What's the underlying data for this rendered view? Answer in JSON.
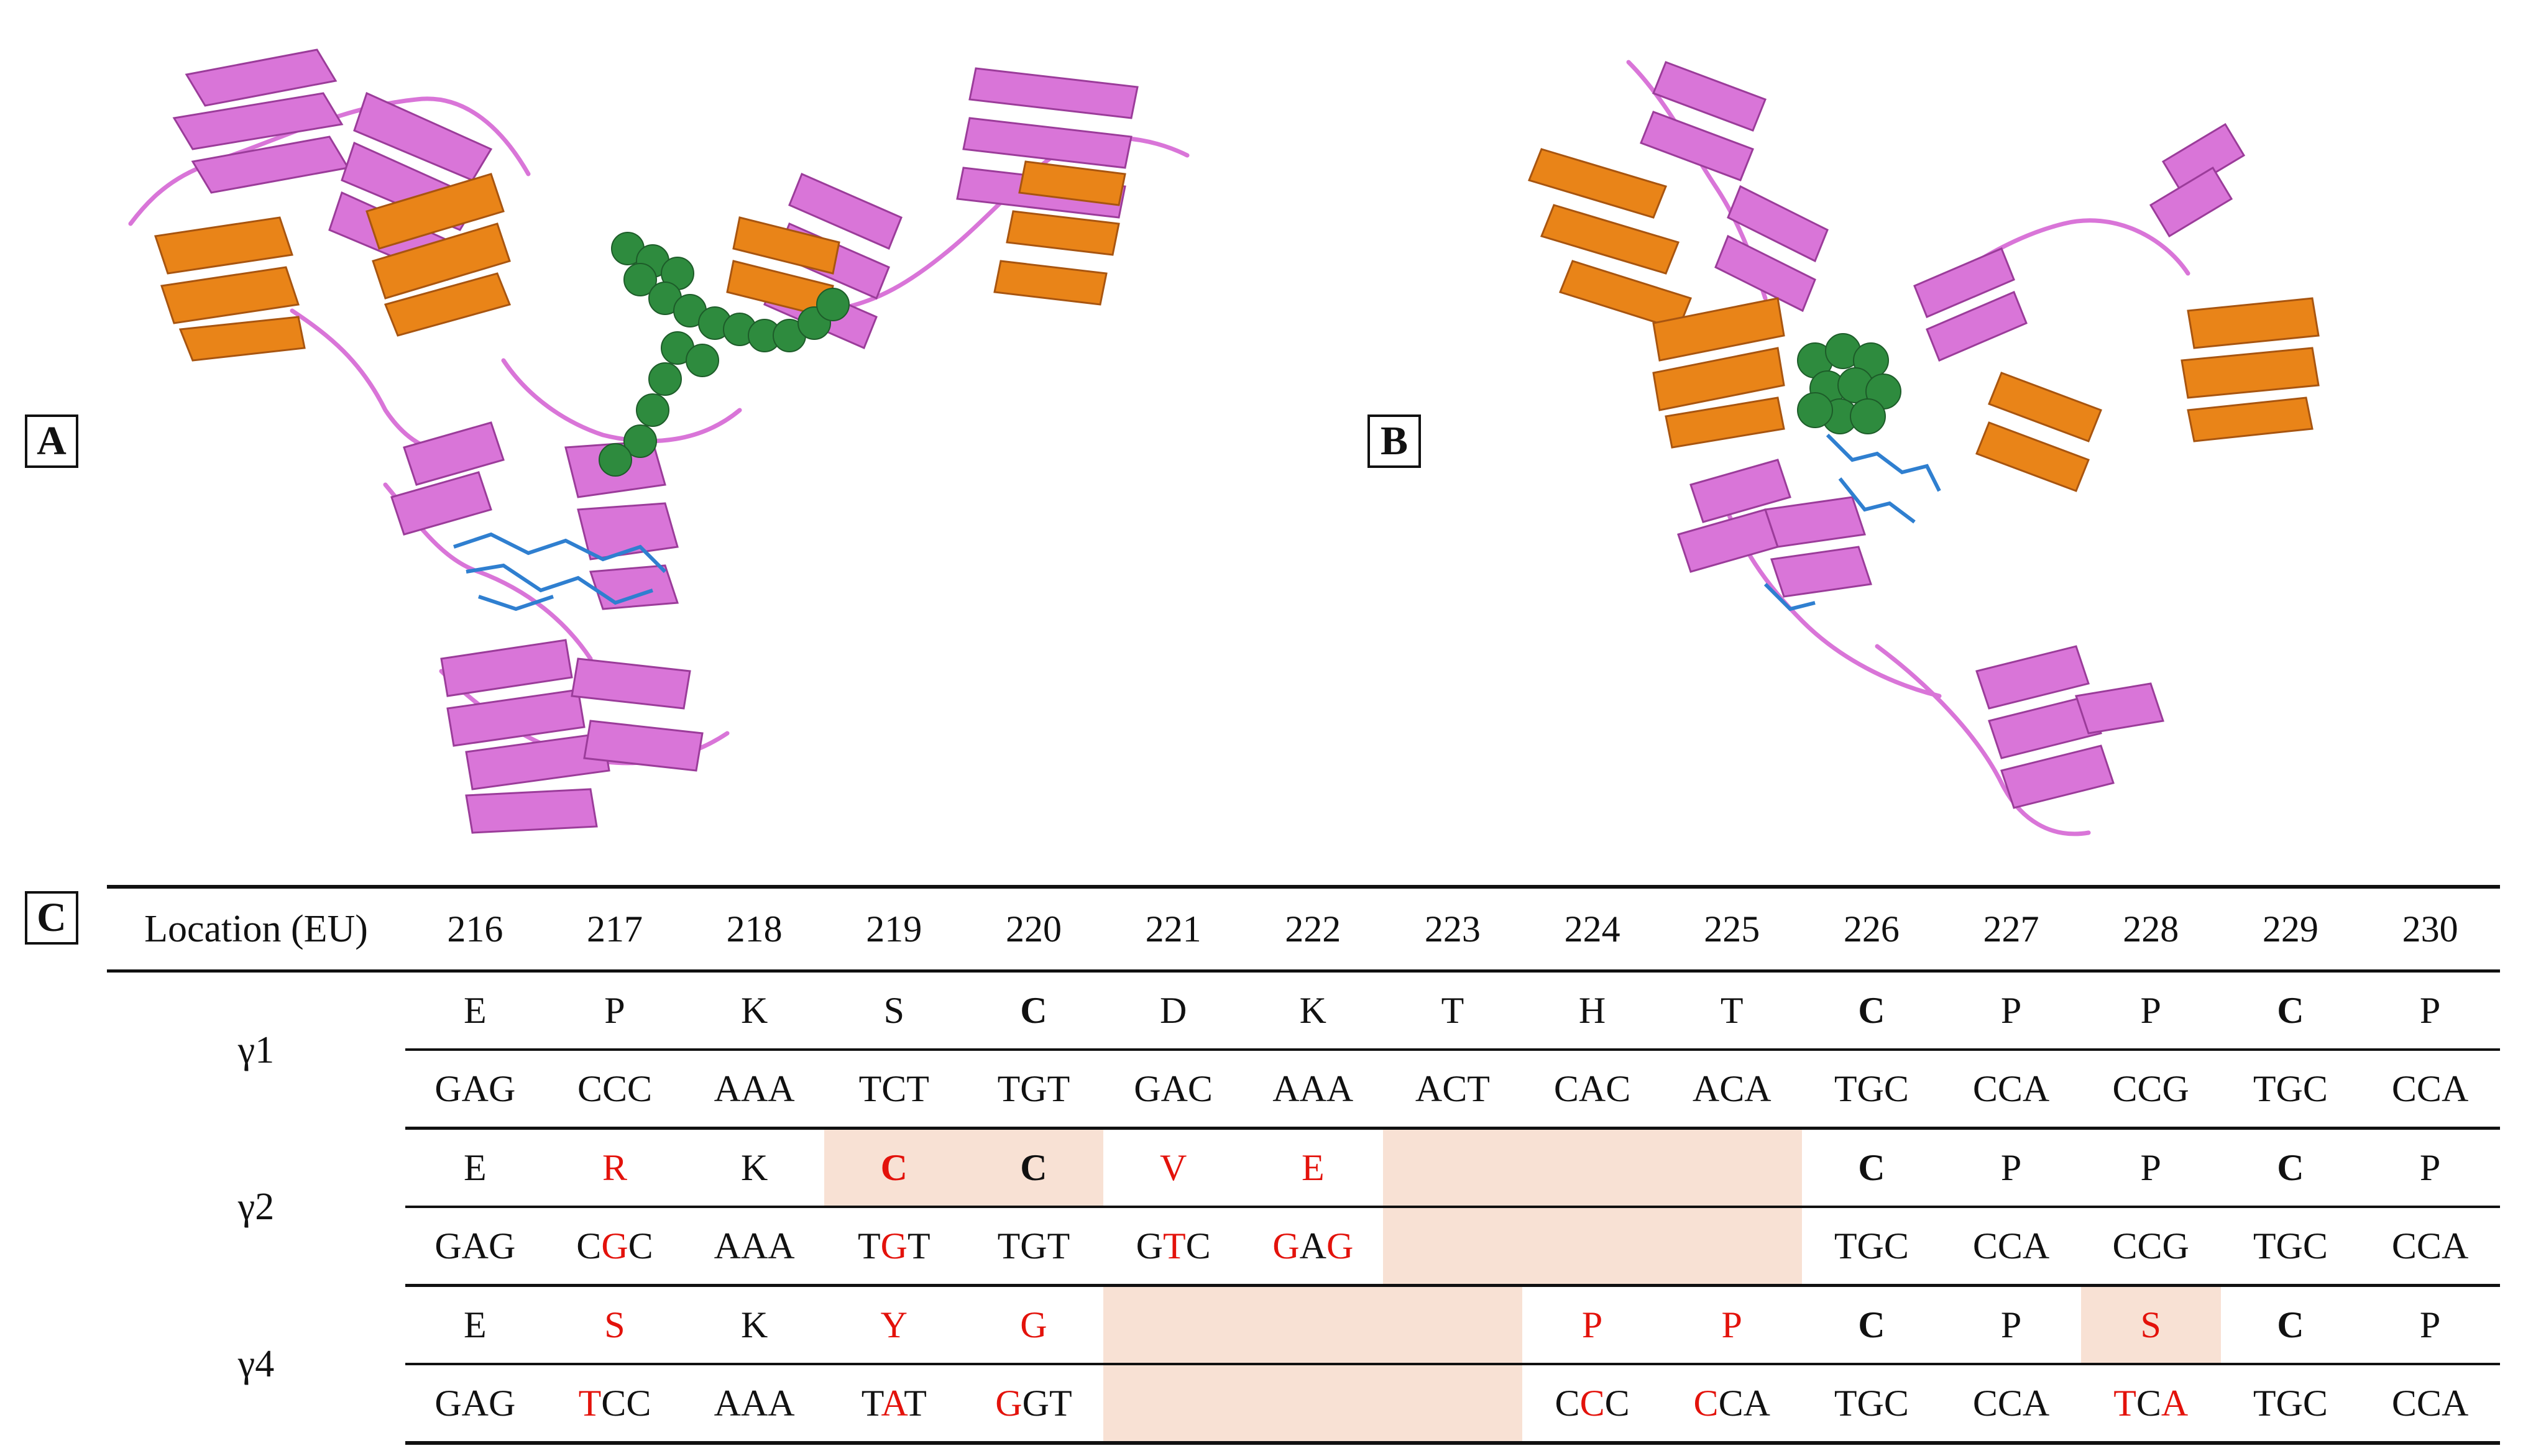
{
  "panels": {
    "a": "A",
    "b": "B",
    "c": "C"
  },
  "colors": {
    "heavy_chain": "#d975d8",
    "light_chain": "#e98418",
    "hinge_spheres": "#2e8b3e",
    "glycan": "#2f7fd0",
    "mutation": "#e3120b",
    "deletion_shade": "#f8e1d4"
  },
  "table": {
    "header_label": "Location (EU)",
    "positions": [
      "216",
      "217",
      "218",
      "219",
      "220",
      "221",
      "222",
      "223",
      "224",
      "225",
      "226",
      "227",
      "228",
      "229",
      "230"
    ],
    "rows": [
      {
        "label": "γ1",
        "aa": [
          "E",
          "P",
          "K",
          "S",
          "C",
          "D",
          "K",
          "T",
          "H",
          "T",
          "C",
          "P",
          "P",
          "C",
          "P"
        ],
        "cod": [
          "GAG",
          "CCC",
          "AAA",
          "TCT",
          "TGT",
          "GAC",
          "AAA",
          "ACT",
          "CAC",
          "ACA",
          "TGC",
          "CCA",
          "CCG",
          "TGC",
          "CCA"
        ]
      },
      {
        "label": "γ2",
        "aa": [
          "E",
          "R",
          "K",
          "C",
          "C",
          "V",
          "E",
          "",
          "",
          "",
          "C",
          "P",
          "P",
          "C",
          "P"
        ],
        "cod": [
          "GAG",
          "CGC",
          "AAA",
          "TGT",
          "TGT",
          "GTC",
          "GAG",
          "",
          "",
          "",
          "TGC",
          "CCA",
          "CCG",
          "TGC",
          "CCA"
        ]
      },
      {
        "label": "γ4",
        "aa": [
          "E",
          "S",
          "K",
          "Y",
          "G",
          "",
          "",
          "P",
          "P",
          "C",
          "P",
          "S",
          "C",
          "P"
        ],
        "cod": [
          "GAG",
          "TCC",
          "AAA",
          "TAT",
          "GGT",
          "",
          "",
          "CCC",
          "CCA",
          "TGC",
          "CCA",
          "TCA",
          "TGC",
          "CCA"
        ]
      }
    ]
  }
}
